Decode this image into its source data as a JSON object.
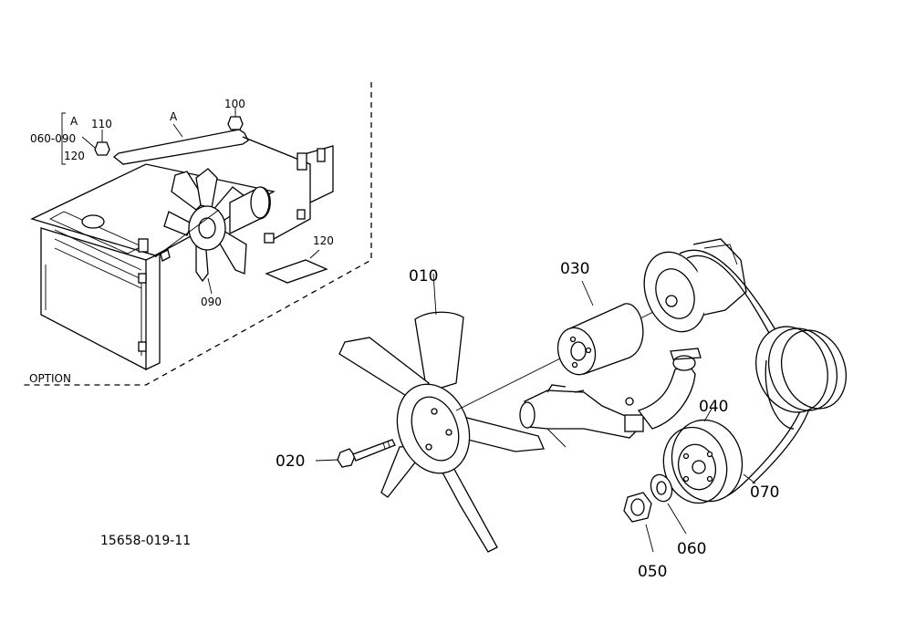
{
  "labels": {
    "p010": "010",
    "p020": "020",
    "p030": "030",
    "p040": "040",
    "p050": "050",
    "p060": "060",
    "p070": "070",
    "p090": "090",
    "p100": "100",
    "p110": "110",
    "p120": "120",
    "pA_bracket": "A",
    "pA_rod": "A",
    "p060_090": "060-090",
    "p120_stack": "120"
  },
  "option_text": "OPTION",
  "drawing_number": "15658-019-11"
}
